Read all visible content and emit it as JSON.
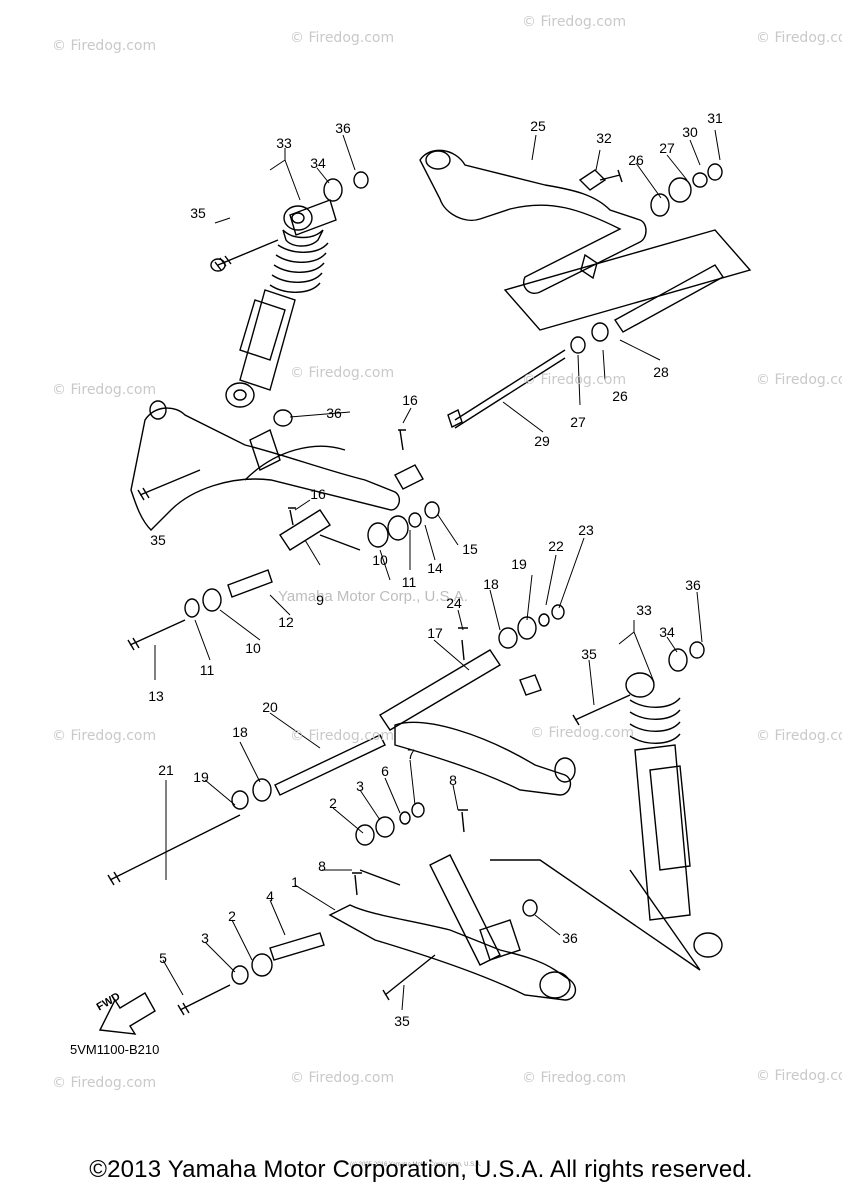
{
  "watermark": "© Firedog.com",
  "manufacturer_watermark": "Yamaha Motor Corp., U.S.A.",
  "diagram_code": "5VM1100-B210",
  "fwd_label": "FWD",
  "copyright": "©2013 Yamaha Motor Corporation, U.S.A. All rights reserved.",
  "tiny_copyright": "(c) 2005-2016 Yamaha Motor Corporation, U.S.A.",
  "callouts": [
    "1",
    "2",
    "2",
    "3",
    "3",
    "4",
    "5",
    "6",
    "7",
    "8",
    "8",
    "9",
    "10",
    "10",
    "11",
    "11",
    "12",
    "13",
    "14",
    "15",
    "16",
    "16",
    "17",
    "18",
    "18",
    "19",
    "19",
    "20",
    "21",
    "22",
    "23",
    "24",
    "25",
    "26",
    "26",
    "27",
    "27",
    "28",
    "29",
    "30",
    "31",
    "32",
    "33",
    "33",
    "34",
    "34",
    "35",
    "35",
    "35",
    "35",
    "36",
    "36",
    "36",
    "36"
  ]
}
